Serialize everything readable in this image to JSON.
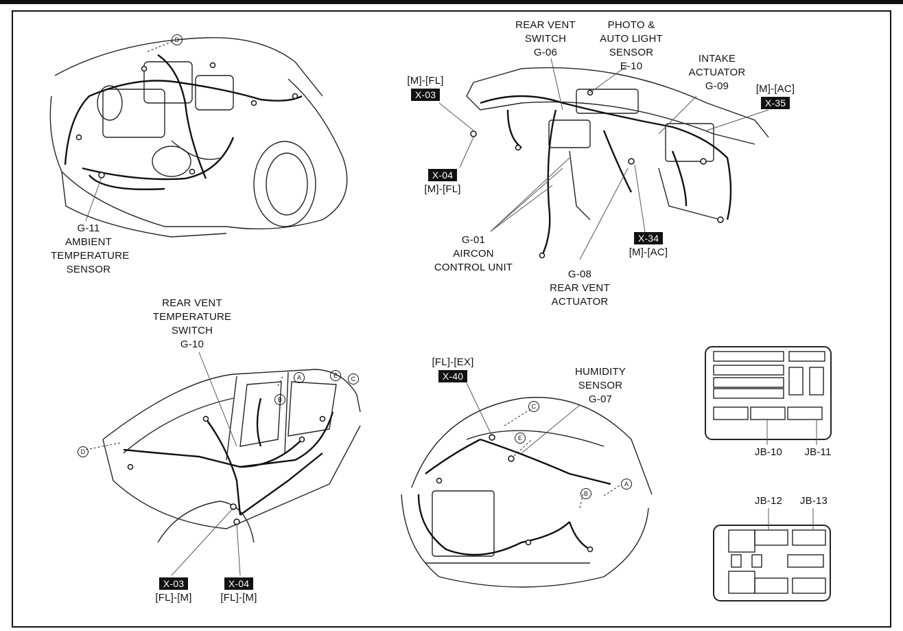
{
  "labels": {
    "g11": [
      "G-11",
      "AMBIENT",
      "TEMPERATURE",
      "SENSOR"
    ],
    "rear_vent_switch": [
      "REAR VENT",
      "SWITCH",
      "G-06"
    ],
    "photo_sensor": [
      "PHOTO &",
      "AUTO LIGHT",
      "SENSOR",
      "E-10"
    ],
    "intake_actuator": [
      "INTAKE",
      "ACTUATOR",
      "G-09"
    ],
    "mfl_top": "[M]-[FL]",
    "x03_top": "X-03",
    "mac_top": "[M]-[AC]",
    "x35": "X-35",
    "x04_top": "X-04",
    "mfl_mid": "[M]-[FL]",
    "x34": "X-34",
    "mac_mid": "[M]-[AC]",
    "g01": [
      "G-01",
      "AIRCON",
      "CONTROL UNIT"
    ],
    "g08": [
      "G-08",
      "REAR VENT",
      "ACTUATOR"
    ],
    "rear_vent_temp": [
      "REAR VENT",
      "TEMPERATURE",
      "SWITCH",
      "G-10"
    ],
    "flex": "[FL]-[EX]",
    "x40": "X-40",
    "humidity": [
      "HUMIDITY",
      "SENSOR",
      "G-07"
    ],
    "x03_bottom": "X-03",
    "flm_1": "[FL]-[M]",
    "x04_bottom": "X-04",
    "flm_2": "[FL]-[M]",
    "jb10": "JB-10",
    "jb11": "JB-11",
    "jb12": "JB-12",
    "jb13": "JB-13",
    "callout_a": "A",
    "callout_b": "B",
    "callout_c": "C",
    "callout_d": "D",
    "callout_e": "E"
  }
}
